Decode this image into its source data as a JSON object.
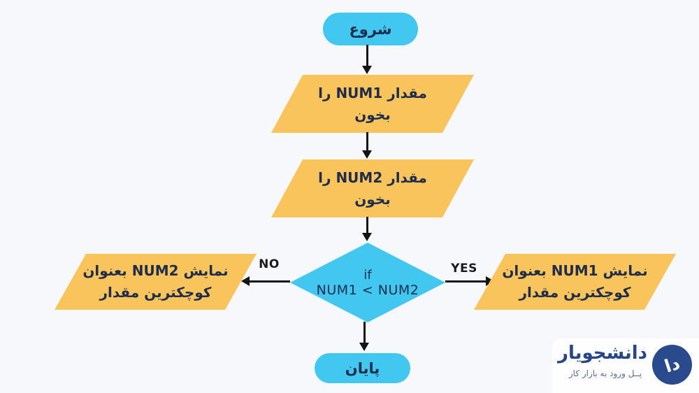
{
  "flowchart": {
    "start": {
      "label": "شروع"
    },
    "read_num1": {
      "line1": "مقدار NUM1 را",
      "line2": "بخون"
    },
    "read_num2": {
      "line1": "مقدار NUM2 را",
      "line2": "بخون"
    },
    "decision": {
      "line1": "if",
      "line2": "NUM1 < NUM2"
    },
    "no_branch": {
      "label": "NO",
      "line1": "نمایش NUM2 بعنوان",
      "line2": "کوچکترین مقدار"
    },
    "yes_branch": {
      "label": "YES",
      "line1": "نمایش NUM1 بعنوان",
      "line2": "کوچکترین مقدار"
    },
    "end": {
      "label": "پایان"
    }
  },
  "branding": {
    "logo_text": "دانشجویار",
    "tagline": "پــل ورود به بازار کار",
    "logo_monogram": "دا"
  },
  "colors": {
    "background": "#F7F8FB",
    "terminal_fill": "#41C7F0",
    "decision_fill": "#41C7F0",
    "io_fill": "#F9C45C",
    "node_text": "#1F2D4D",
    "arrow": "#141414",
    "brand_blue": "#27458A",
    "brand_circle": "#2A4A8E",
    "tagline_color": "#5C6E93",
    "logo_card_bg": "#FEFEFE"
  }
}
